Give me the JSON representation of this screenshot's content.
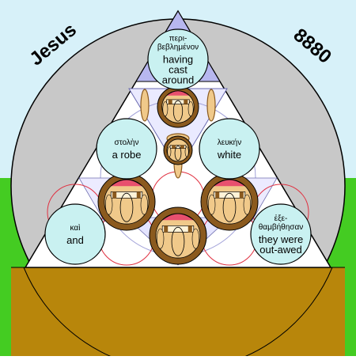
{
  "labels": {
    "left_corner": "Jesus",
    "right_corner": "8880"
  },
  "words": [
    {
      "id": "top",
      "greek": [
        "περι-",
        "βεβλημένον"
      ],
      "english": [
        "having",
        "cast",
        "around"
      ]
    },
    {
      "id": "left",
      "greek": [
        "στολὴν"
      ],
      "english": [
        "a robe"
      ]
    },
    {
      "id": "right",
      "greek": [
        "λευκήν"
      ],
      "english": [
        "white"
      ]
    },
    {
      "id": "bl",
      "greek": [
        "καὶ"
      ],
      "english": [
        "and"
      ]
    },
    {
      "id": "br",
      "greek": [
        "ἐξε-",
        "θαμβήθησαν"
      ],
      "english": [
        "they were",
        "out-awed"
      ]
    }
  ],
  "colors": {
    "ground": "#b8860b",
    "grass": "#44cc22",
    "sky": "#d7f1f9",
    "disc": "#c8c8c8",
    "triangle": "#ffffff",
    "top_sector": "#b7b7ef",
    "word_circle": "#c9f1f1",
    "face_brown": "#8b5a1e",
    "face_tan": "#f0c98a",
    "accent_pink": "#e8506e"
  }
}
